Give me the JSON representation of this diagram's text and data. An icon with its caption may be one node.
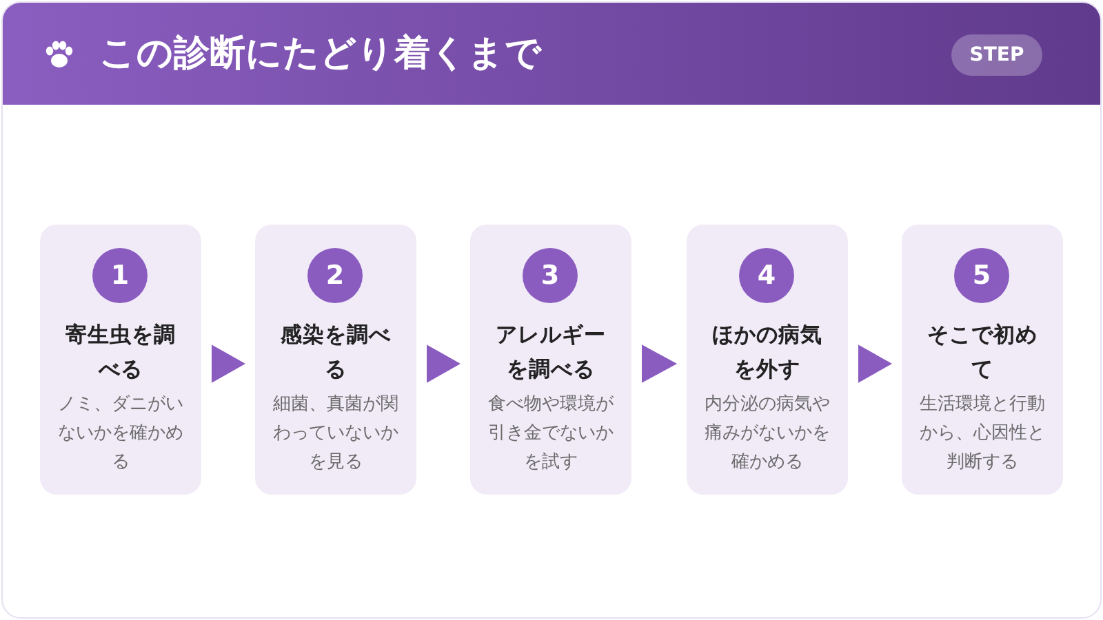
{
  "diagram": {
    "title": "この診断にたどり着くまで",
    "nodes": [
      {
        "text": [
          "1",
          "寄生虫を調べる",
          "ノミ、ダニがいないかを確かめる"
        ]
      },
      {
        "text": [
          "2",
          "感染を調べる",
          "細菌、真菌が関わっていないかを見る"
        ]
      },
      {
        "text": [
          "3",
          "アレルギーを調べる",
          "食べ物や環境が引き金でないかを試す"
        ]
      },
      {
        "text": [
          "4",
          "ほかの病気を外す",
          "内分泌の病気や痛みがないかを確かめる"
        ]
      },
      {
        "text": [
          "5",
          "そこで初めて",
          "生活環境と行動から、心因性と判断する"
        ]
      }
    ],
    "edges": [
      {
        "from": 0,
        "to": 1,
        "arrow": "to"
      },
      {
        "from": 1,
        "to": 2,
        "arrow": "to"
      },
      {
        "from": 2,
        "to": 3,
        "arrow": "to"
      },
      {
        "from": 3,
        "to": 4,
        "arrow": "to"
      }
    ],
    "labels": [
      "STEP"
    ]
  }
}
